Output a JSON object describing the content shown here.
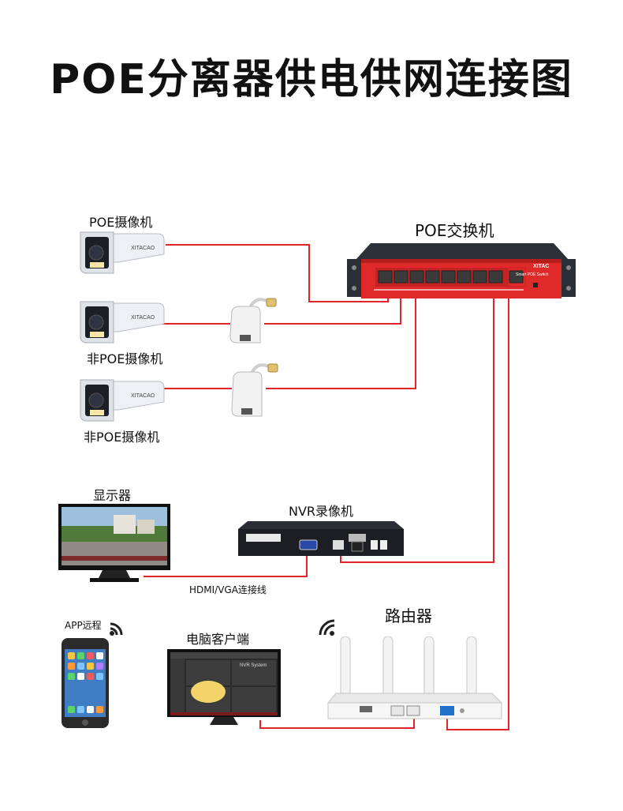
{
  "title": "POE分离器供电供网连接图",
  "labels": {
    "poe_camera": "POE摄像机",
    "non_poe_camera_1": "非POE摄像机",
    "non_poe_camera_2": "非POE摄像机",
    "poe_switch": "POE交换机",
    "monitor": "显示器",
    "nvr": "NVR录像机",
    "hdmi_vga_cable": "HDMI/VGA连接线",
    "router": "路由器",
    "app_remote": "APP远程",
    "pc_client": "电脑客户端"
  },
  "device_text": {
    "camera_brand": "XITACAO",
    "switch_brand": "XITAC",
    "switch_subtitle": "Smart POE Switch",
    "nvr_screen": "NVR System"
  },
  "colors": {
    "wire": "#e0242a",
    "switch_red": "#e02a2a",
    "switch_body": "#3a3f4a"
  }
}
